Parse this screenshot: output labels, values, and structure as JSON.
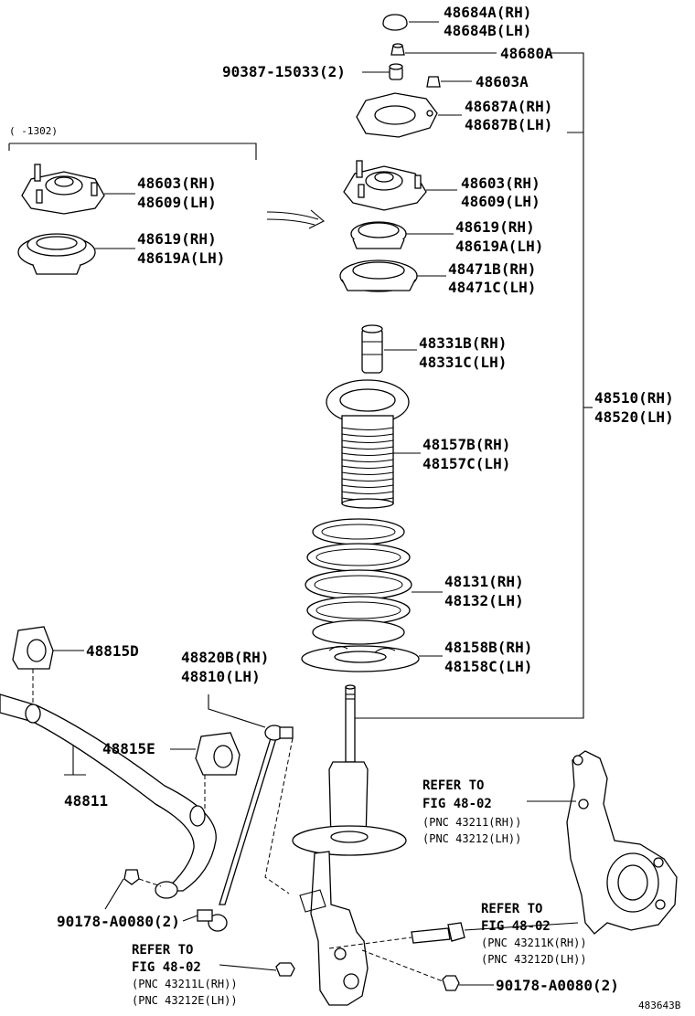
{
  "diagram": {
    "labels": {
      "l48684": [
        "48684A(RH)",
        "48684B(LH)"
      ],
      "l48680a": "48680A",
      "l90387": "90387-15033(2)",
      "l48603a": "48603A",
      "l48687": [
        "48687A(RH)",
        "48687B(LH)"
      ],
      "date_range": "(    -1302)",
      "old_mount": [
        "48603(RH)",
        "48609(LH)"
      ],
      "old_bearing": [
        "48619(RH)",
        "48619A(LH)"
      ],
      "new_mount": [
        "48603(RH)",
        "48609(LH)"
      ],
      "new_bearing": [
        "48619(RH)",
        "48619A(LH)"
      ],
      "l48471": [
        "48471B(RH)",
        "48471C(LH)"
      ],
      "l48331": [
        "48331B(RH)",
        "48331C(LH)"
      ],
      "l48510": [
        "48510(RH)",
        "48520(LH)"
      ],
      "l48157": [
        "48157B(RH)",
        "48157C(LH)"
      ],
      "l48131": [
        "48131(RH)",
        "48132(LH)"
      ],
      "l48158": [
        "48158B(RH)",
        "48158C(LH)"
      ],
      "l48815d": "48815D",
      "l48820": [
        "48820B(RH)",
        "48810(LH)"
      ],
      "l48815e": "48815E",
      "l48811": "48811",
      "l90178_left": "90178-A0080(2)",
      "l90178_right": "90178-A0080(2)",
      "ref_knuckle": [
        "REFER TO",
        "FIG 48-02",
        "(PNC 43211(RH))",
        "(PNC 43212(LH))"
      ],
      "ref_bolt": [
        "REFER TO",
        "FIG 48-02",
        "(PNC 43211K(RH))",
        "(PNC 43212D(LH))"
      ],
      "ref_nut": [
        "REFER TO",
        "FIG 48-02",
        "(PNC 43211L(RH))",
        "(PNC 43212E(LH))"
      ],
      "diagram_id": "483643B"
    }
  }
}
